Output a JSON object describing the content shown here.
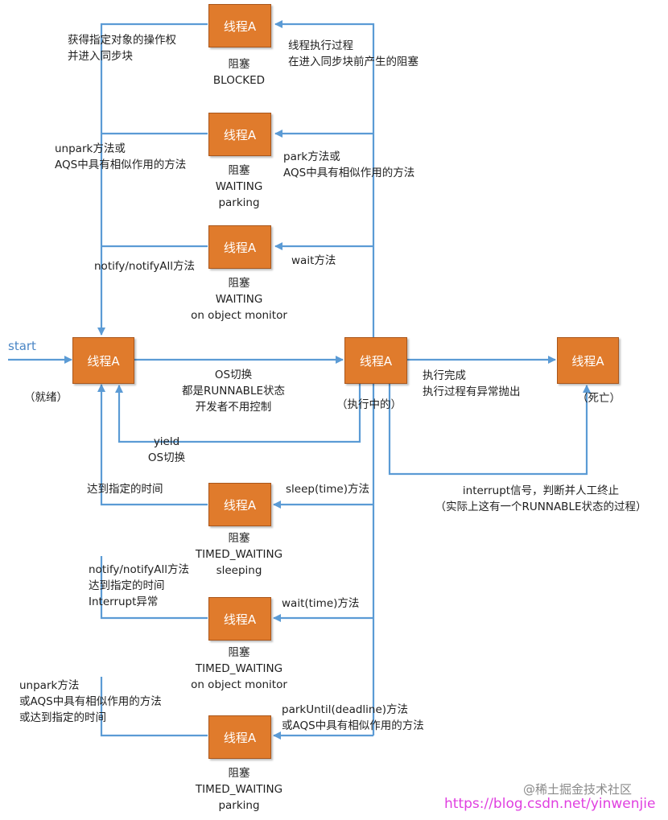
{
  "nodes": {
    "blocked": "线程A",
    "waiting_parking": "线程A",
    "waiting_monitor": "线程A",
    "ready": "线程A",
    "running": "线程A",
    "dead": "线程A",
    "timed_sleeping": "线程A",
    "timed_monitor": "线程A",
    "timed_parking": "线程A"
  },
  "states": {
    "blocked": [
      "阻塞",
      "BLOCKED"
    ],
    "waiting_parking": [
      "阻塞",
      "WAITING",
      "parking"
    ],
    "waiting_monitor": [
      "阻塞",
      "WAITING",
      "on object monitor"
    ],
    "ready": "（就绪）",
    "running": "（执行中的）",
    "dead": "（死亡）",
    "timed_sleeping": [
      "阻塞",
      "TIMED_WAITING",
      "sleeping"
    ],
    "timed_monitor": [
      "阻塞",
      "TIMED_WAITING",
      "on object monitor"
    ],
    "timed_parking": [
      "阻塞",
      "TIMED_WAITING",
      "parking"
    ]
  },
  "edges": {
    "start": "start",
    "lock_acquired": [
      "获得指定对象的操作权",
      "并进入同步块"
    ],
    "sync_block": [
      "线程执行过程",
      "在进入同步块前产生的阻塞"
    ],
    "unpark": [
      "unpark方法或",
      "AQS中具有相似作用的方法"
    ],
    "park": [
      "park方法或",
      "AQS中具有相似作用的方法"
    ],
    "notify": "notify/notifyAll方法",
    "wait": "wait方法",
    "os_switch": [
      "OS切换",
      "都是RUNNABLE状态",
      "开发者不用控制"
    ],
    "finish": [
      "执行完成",
      "执行过程有异常抛出"
    ],
    "yield": [
      "yield",
      "OS切换"
    ],
    "interrupt": [
      "interrupt信号，判断并人工终止",
      "（实际上这有一个RUNNABLE状态的过程）"
    ],
    "time_reached": "达到指定的时间",
    "sleep_time": "sleep(time)方法",
    "timed_return": [
      "notify/notifyAll方法",
      "达到指定的时间",
      "Interrupt异常"
    ],
    "wait_time": "wait(time)方法",
    "unpark_timed": [
      "unpark方法",
      "或AQS中具有相似作用的方法",
      "或达到指定的时间"
    ],
    "park_until": [
      "parkUntil(deadline)方法",
      "或AQS中具有相似作用的方法"
    ]
  },
  "watermark": {
    "site": "@稀土掘金技术社区",
    "url": "https://blog.csdn.net/yinwenjie"
  },
  "colors": {
    "node_fill": "#e07b2c",
    "arrow": "#5b9bd5",
    "start_text": "#4a86c5",
    "url_text": "#e040e0"
  }
}
